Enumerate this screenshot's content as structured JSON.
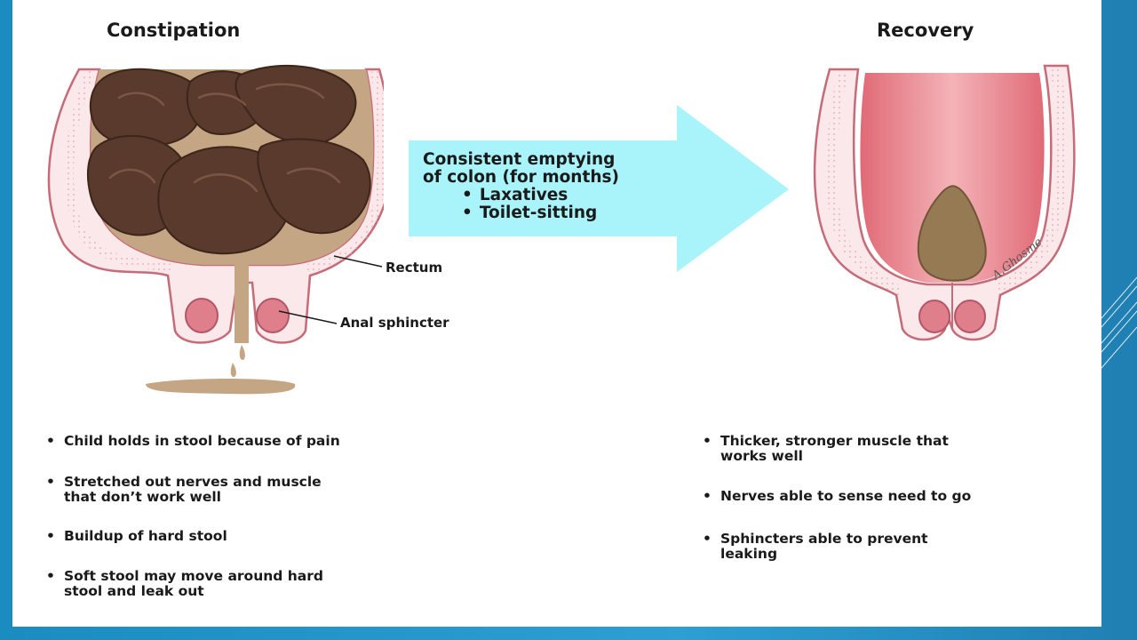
{
  "left_panel": {
    "title": "Constipation",
    "labels": {
      "rectum": "Rectum",
      "sphincter": "Anal sphincter"
    },
    "bullets": [
      "Child holds in stool because of pain",
      "Stretched out nerves and muscle\nthat don’t work well",
      "Buildup of hard stool",
      "Soft stool may move around hard\nstool and leak out"
    ]
  },
  "arrow": {
    "line1": "Consistent emptying",
    "line2": "of colon (for months)",
    "items": [
      "Laxatives",
      "Toilet-sitting"
    ],
    "color": "#a8f4fa"
  },
  "right_panel": {
    "title": "Recovery",
    "signature": "A.Ghosme",
    "bullets": [
      "Thicker, stronger muscle that\nworks well",
      "Nerves able to sense need to go",
      "Sphincters able to prevent\nleaking"
    ]
  },
  "colors": {
    "background": "#2d9fd3",
    "stool_dark": "#5a3a2c",
    "stool_soft": "#a88a68",
    "tissue": "#fbe8ea",
    "lumen": "#e27a84"
  }
}
